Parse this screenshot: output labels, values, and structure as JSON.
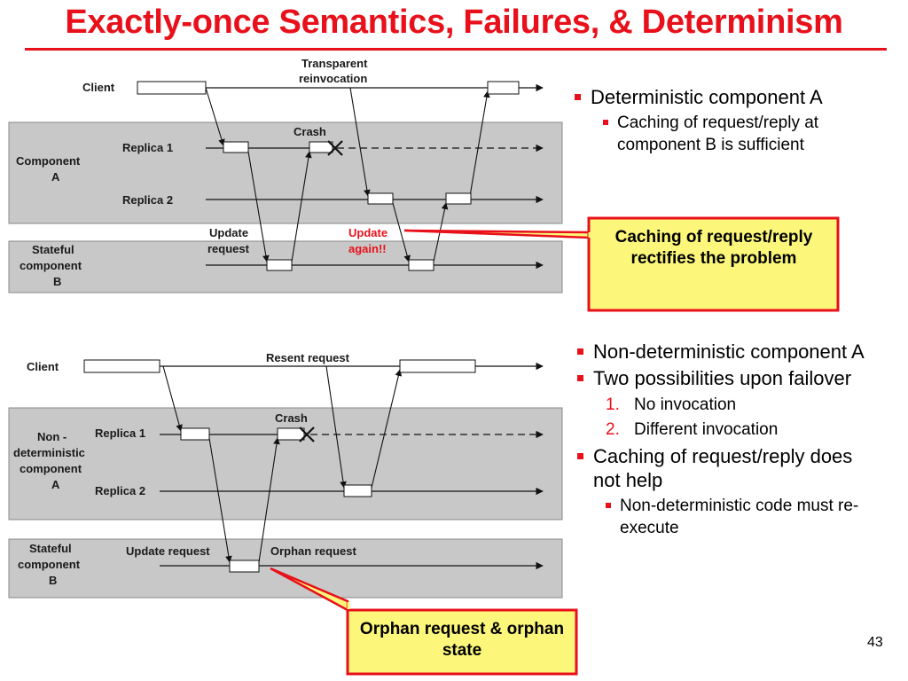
{
  "title": "Exactly-once Semantics, Failures, & Determinism",
  "slide_number": "43",
  "top_diagram": {
    "client_label": "Client",
    "transparent_label_1": "Transparent",
    "transparent_label_2": "reinvocation",
    "crash_label": "Crash",
    "component_label_1": "Component",
    "component_label_2": "A",
    "replica1_label": "Replica 1",
    "replica2_label": "Replica 2",
    "update_request_label_1": "Update",
    "update_request_label_2": "request",
    "update_again_label_1": "Update",
    "update_again_label_2": "again!!",
    "stateful_label_1": "Stateful",
    "stateful_label_2": "component",
    "stateful_label_3": "B"
  },
  "bottom_diagram": {
    "client_label": "Client",
    "resent_request_label": "Resent request",
    "crash_label": "Crash",
    "component_label_1": "Non -",
    "component_label_2": "deterministic",
    "component_label_3": "component",
    "component_label_4": "A",
    "replica1_label": "Replica 1",
    "replica2_label": "Replica 2",
    "stateful_label_1": "Stateful",
    "stateful_label_2": "component",
    "stateful_label_3": "B",
    "update_request_label": "Update request",
    "orphan_request_label": "Orphan request"
  },
  "top_bullets": {
    "b1": "Deterministic component A",
    "b1_sub": "Caching of request/reply at component B is sufficient"
  },
  "bottom_bullets": {
    "b1": "Non-deterministic component A",
    "b2": "Two possibilities upon failover",
    "n1_num": "1.",
    "n1": "No invocation",
    "n2_num": "2.",
    "n2": "Different invocation",
    "b3": "Caching of request/reply does not help",
    "b3_sub": "Non-deterministic code must re-execute"
  },
  "callouts": {
    "top": "Caching of request/reply rectifies the  problem",
    "bottom": "Orphan request & orphan state"
  },
  "colors": {
    "title_red": "#e8101a",
    "panel_gray": "#c8c8c8",
    "callout_fill": "#fcf77a",
    "callout_border": "#e8101a"
  }
}
